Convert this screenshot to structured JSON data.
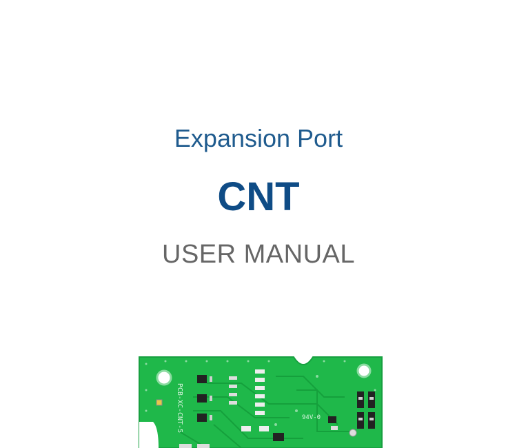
{
  "cover": {
    "subtitle": "Expansion Port",
    "title": "CNT",
    "doc_type": "USER MANUAL"
  },
  "pcb": {
    "silkscreen_label": "PCB-XC-CNT-5",
    "silkscreen_mark": "94V-0",
    "board_color": "#1fb84a",
    "trace_color": "#15a03c"
  },
  "colors": {
    "subtitle": "#1f5b8e",
    "title": "#0f4c86",
    "doc_type": "#666666"
  }
}
